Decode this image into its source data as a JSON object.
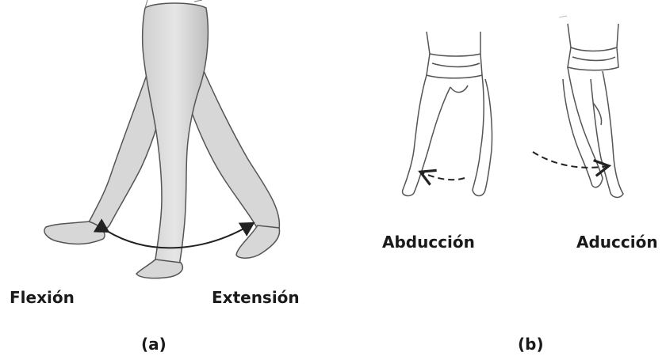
{
  "panel_a": {
    "flexion_label": "Flexión",
    "extension_label": "Extensión",
    "caption": "(a)"
  },
  "panel_b": {
    "abduction_label": "Abducción",
    "adduction_label": "Aducción",
    "caption": "(b)"
  },
  "colors": {
    "leg_fill_a": "#d9d9d9",
    "leg_outline": "#555555",
    "arrow": "#222222"
  }
}
